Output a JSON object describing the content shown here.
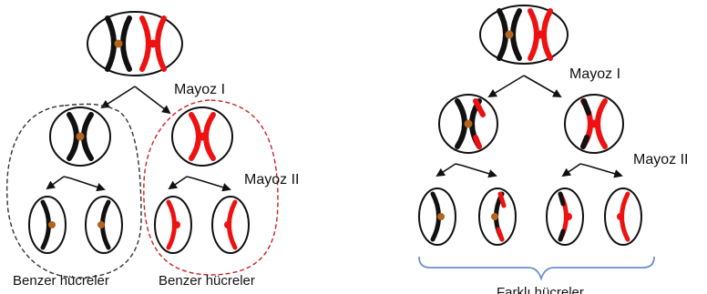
{
  "labels": {
    "meiosis1_left": "Mayoz I",
    "meiosis2_left": "Mayoz II",
    "similar_cells_1": "Benzer hücreler",
    "similar_cells_2": "Benzer hücreler",
    "meiosis1_right": "Mayoz I",
    "meiosis2_right": "Mayoz II",
    "different_cells": "Farklı hücreler"
  },
  "colors": {
    "black": "#111111",
    "red": "#ee1111",
    "centromere": "#b5651d",
    "bracket": "#6a8fd0",
    "dash_black": "#333333",
    "dash_red": "#cc2222"
  }
}
